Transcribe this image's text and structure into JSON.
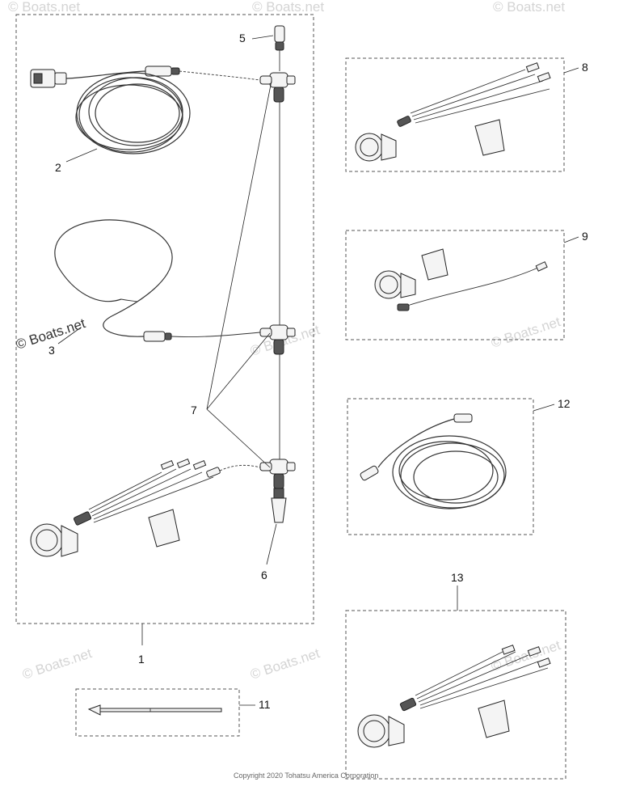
{
  "callouts": {
    "c1": "1",
    "c2": "2",
    "c3": "3",
    "c5": "5",
    "c6": "6",
    "c7": "7",
    "c8": "8",
    "c9": "9",
    "c11": "11",
    "c12": "12",
    "c13": "13"
  },
  "watermark": {
    "text": "© Boats.net"
  },
  "copyright": "Copyright 2020 Tohatsu America Corporation",
  "colors": {
    "line": "#333333",
    "watermark": "#d4d4d4",
    "background": "#ffffff"
  }
}
